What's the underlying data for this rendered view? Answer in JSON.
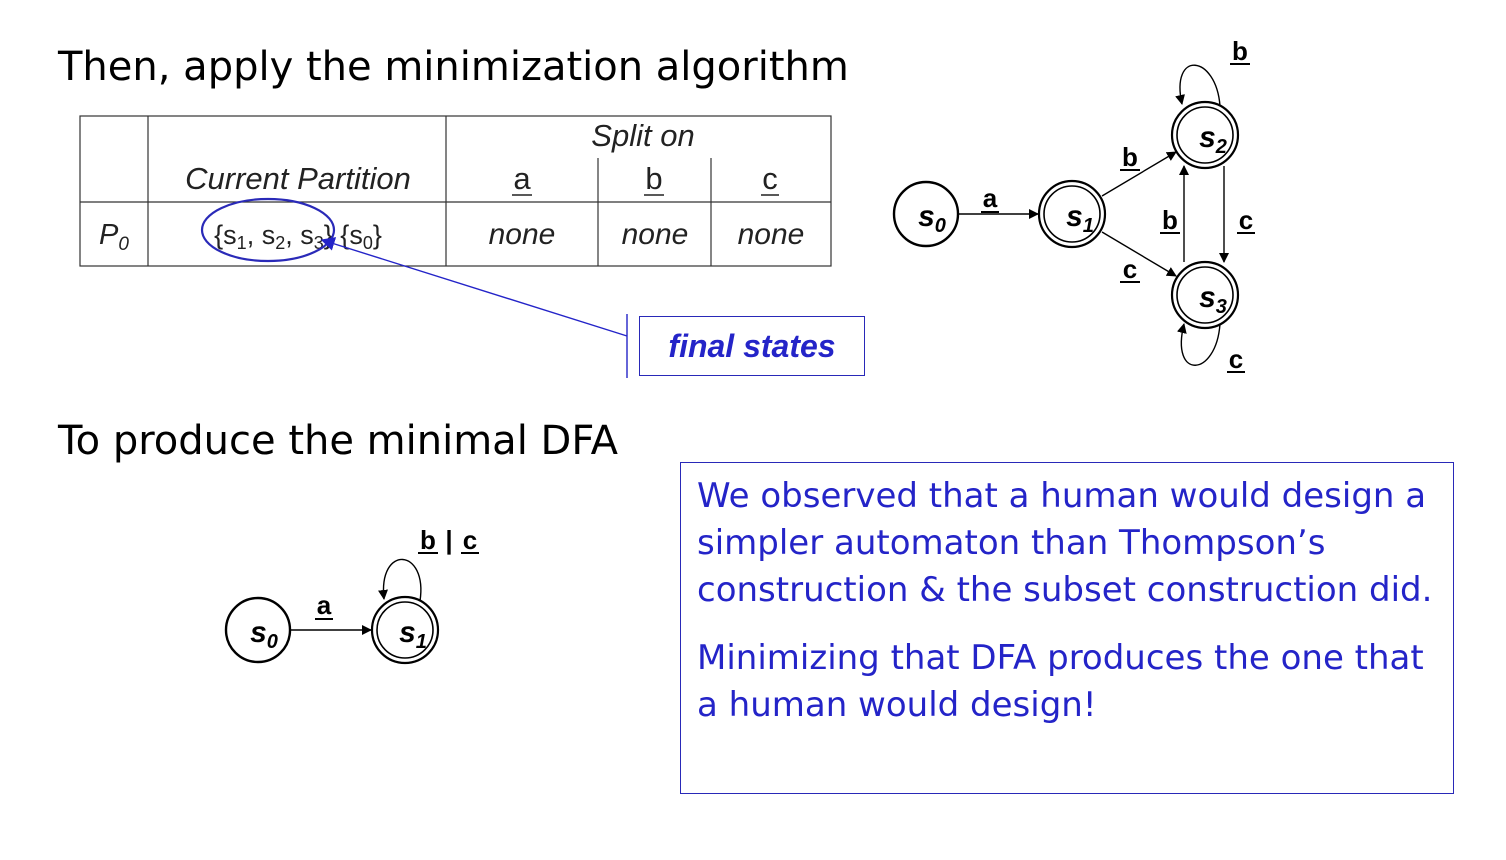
{
  "headings": {
    "apply": "Then, apply the minimization algorithm",
    "produce": "To produce the minimal DFA"
  },
  "table": {
    "split_header": "Split on",
    "partition_header": "Current Partition",
    "symbols": [
      "a",
      "b",
      "c"
    ],
    "row_label": "P",
    "row_label_sub": "0",
    "partition": {
      "open1": "{",
      "s1": "s",
      "s1_sub": "1",
      "sep1": ", ",
      "s2": "s",
      "s2_sub": "2",
      "sep2": ", ",
      "s3": "s",
      "s3_sub": "3",
      "close1": "} ",
      "open2": "{",
      "s0": "s",
      "s0_sub": "0",
      "close2": "}"
    },
    "results": [
      "none",
      "none",
      "none"
    ]
  },
  "callout": {
    "text": "final states"
  },
  "dfa_original": {
    "states": [
      {
        "name": "s",
        "sub": "0",
        "final": false
      },
      {
        "name": "s",
        "sub": "1",
        "final": true
      },
      {
        "name": "s",
        "sub": "2",
        "final": true
      },
      {
        "name": "s",
        "sub": "3",
        "final": true
      }
    ],
    "labels": {
      "s0_s1": "a",
      "s1_s2": "b",
      "s1_s3": "c",
      "s3_s2": "b",
      "s2_s3": "c",
      "s2_loop": "b",
      "s3_loop": "c"
    }
  },
  "dfa_minimal": {
    "states": [
      {
        "name": "s",
        "sub": "0",
        "final": false
      },
      {
        "name": "s",
        "sub": "1",
        "final": true
      }
    ],
    "labels": {
      "s0_s1": "a",
      "loop_b": "b",
      "loop_sep": "|",
      "loop_c": "c"
    }
  },
  "note": {
    "paragraph1": "We observed that a human would design a simpler automaton than Thompson’s construction & the subset construction did.",
    "paragraph2": "Minimizing that DFA produces the one that a human would design!"
  },
  "colors": {
    "accent": "#2424c8",
    "text": "#000000",
    "ellipse": "#2a2ab8"
  }
}
